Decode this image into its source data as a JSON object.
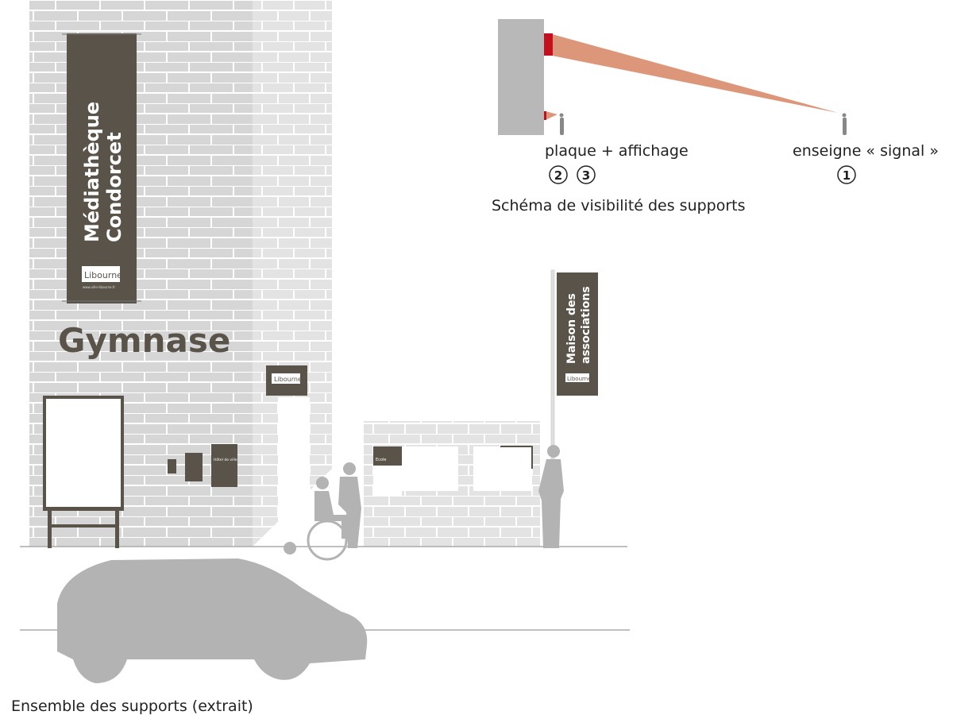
{
  "banner_main": {
    "line1": "Médiathèque",
    "line2": "Condorcet",
    "logo": "Libourne",
    "url": "www.ville-libourne.fr"
  },
  "wall_sign": "Gymnase",
  "flag_banner": {
    "line1": "Maison des",
    "line2": "associations",
    "logo": "Libourne"
  },
  "small_sign": {
    "logo": "Libourne"
  },
  "plaque": {
    "title": "Hôtel de ville"
  },
  "notice_board": {
    "title": "Ecole"
  },
  "schema": {
    "label_left": "plaque + affichage",
    "label_right": "enseigne « signal »",
    "num_2": "2",
    "num_3": "3",
    "num_1": "1",
    "caption": "Schéma de visibilité des supports"
  },
  "caption": "Ensemble des supports (extrait)",
  "colors": {
    "brown": "#5a534a",
    "wall": "#d9d9d9",
    "silhouette": "#b3b3b3",
    "red": "#c40f1e",
    "cone": "#dc967a"
  }
}
